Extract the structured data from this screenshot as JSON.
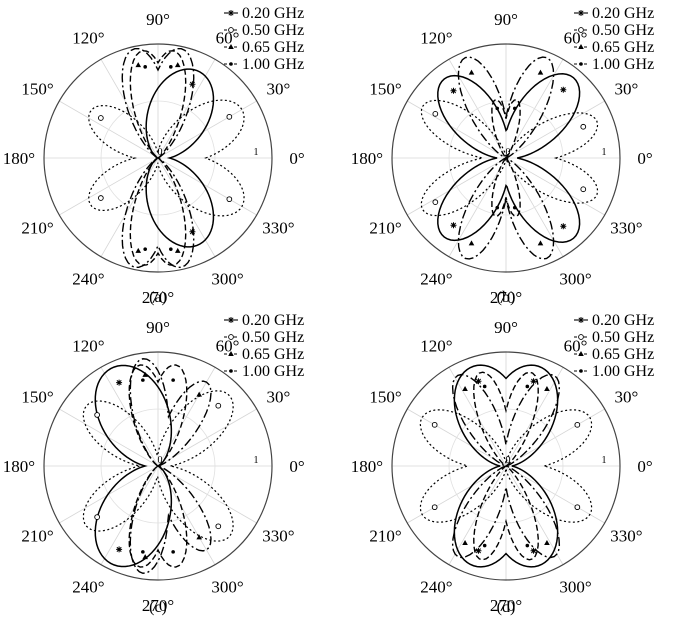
{
  "chart_data": [
    {
      "type": "polar-line",
      "panel_label": "(a)",
      "radial_ticks": [
        "0",
        "1"
      ],
      "rlim": [
        0,
        1
      ],
      "angle_ticks": [
        "0°",
        "30°",
        "60°",
        "90°",
        "120°",
        "150°",
        "180°",
        "210°",
        "240°",
        "270°",
        "300°",
        "330°"
      ],
      "legend_position": "top-right",
      "series": [
        {
          "name": "0.20 GHz",
          "marker": "asterisk",
          "lobes": [
            {
              "angle_deg": 65,
              "magnitude": 0.84,
              "width": 1.0
            }
          ]
        },
        {
          "name": "0.50 GHz",
          "marker": "circle",
          "lobes": [
            {
              "angle_deg": 30,
              "magnitude": 0.85,
              "width": 0.8
            },
            {
              "angle_deg": 145,
              "magnitude": 0.72,
              "width": 0.7
            }
          ]
        },
        {
          "name": "0.65 GHz",
          "marker": "triangle",
          "lobes": [
            {
              "angle_deg": 78,
              "magnitude": 0.98,
              "width": 0.55
            },
            {
              "angle_deg": 102,
              "magnitude": 0.98,
              "width": 0.55
            }
          ]
        },
        {
          "name": "1.00 GHz",
          "marker": "dot",
          "lobes": [
            {
              "angle_deg": 82,
              "magnitude": 0.95,
              "width": 0.5
            },
            {
              "angle_deg": 98,
              "magnitude": 0.95,
              "width": 0.5
            }
          ]
        }
      ]
    },
    {
      "type": "polar-line",
      "panel_label": "(b)",
      "radial_ticks": [
        "0",
        "1"
      ],
      "rlim": [
        0,
        1
      ],
      "angle_ticks": [
        "0°",
        "30°",
        "60°",
        "90°",
        "120°",
        "150°",
        "180°",
        "210°",
        "240°",
        "270°",
        "300°",
        "330°"
      ],
      "legend_position": "top-right",
      "series": [
        {
          "name": "0.20 GHz",
          "marker": "asterisk",
          "lobes": [
            {
              "angle_deg": 50,
              "magnitude": 0.92,
              "width": 0.75
            },
            {
              "angle_deg": 128,
              "magnitude": 0.88,
              "width": 0.75
            }
          ]
        },
        {
          "name": "0.50 GHz",
          "marker": "circle",
          "lobes": [
            {
              "angle_deg": 22,
              "magnitude": 0.86,
              "width": 0.6
            },
            {
              "angle_deg": 148,
              "magnitude": 0.86,
              "width": 0.6
            }
          ]
        },
        {
          "name": "0.65 GHz",
          "marker": "triangle",
          "lobes": [
            {
              "angle_deg": 68,
              "magnitude": 0.95,
              "width": 0.5
            },
            {
              "angle_deg": 112,
              "magnitude": 0.95,
              "width": 0.5
            }
          ]
        },
        {
          "name": "1.00 GHz",
          "marker": "dot",
          "lobes": [
            {
              "angle_deg": 80,
              "magnitude": 0.52,
              "width": 0.35
            },
            {
              "angle_deg": 100,
              "magnitude": 0.52,
              "width": 0.35
            }
          ]
        }
      ]
    },
    {
      "type": "polar-line",
      "panel_label": "(c)",
      "radial_ticks": [
        "0",
        "1"
      ],
      "rlim": [
        0,
        1
      ],
      "angle_ticks": [
        "0°",
        "30°",
        "60°",
        "90°",
        "120°",
        "150°",
        "180°",
        "210°",
        "240°",
        "270°",
        "300°",
        "330°"
      ],
      "legend_position": "top-right",
      "series": [
        {
          "name": "0.20 GHz",
          "marker": "asterisk",
          "lobes": [
            {
              "angle_deg": 115,
              "magnitude": 0.95,
              "width": 1.0
            }
          ]
        },
        {
          "name": "0.50 GHz",
          "marker": "circle",
          "lobes": [
            {
              "angle_deg": 45,
              "magnitude": 0.88,
              "width": 0.7
            },
            {
              "angle_deg": 140,
              "magnitude": 0.82,
              "width": 0.7
            }
          ]
        },
        {
          "name": "0.65 GHz",
          "marker": "triangle",
          "lobes": [
            {
              "angle_deg": 60,
              "magnitude": 0.85,
              "width": 0.5
            },
            {
              "angle_deg": 98,
              "magnitude": 0.95,
              "width": 0.5
            }
          ]
        },
        {
          "name": "1.00 GHz",
          "marker": "dot",
          "lobes": [
            {
              "angle_deg": 80,
              "magnitude": 0.9,
              "width": 0.5
            },
            {
              "angle_deg": 100,
              "magnitude": 0.9,
              "width": 0.5
            }
          ]
        }
      ]
    },
    {
      "type": "polar-line",
      "panel_label": "(d)",
      "radial_ticks": [
        "0",
        "1"
      ],
      "rlim": [
        0,
        1
      ],
      "angle_ticks": [
        "0°",
        "30°",
        "60°",
        "90°",
        "120°",
        "150°",
        "180°",
        "210°",
        "240°",
        "270°",
        "300°",
        "330°"
      ],
      "legend_position": "top-right",
      "series": [
        {
          "name": "0.20 GHz",
          "marker": "asterisk",
          "lobes": [
            {
              "angle_deg": 72,
              "magnitude": 0.92,
              "width": 0.95
            },
            {
              "angle_deg": 108,
              "magnitude": 0.92,
              "width": 0.95
            }
          ]
        },
        {
          "name": "0.50 GHz",
          "marker": "circle",
          "lobes": [
            {
              "angle_deg": 30,
              "magnitude": 0.85,
              "width": 0.7
            },
            {
              "angle_deg": 150,
              "magnitude": 0.85,
              "width": 0.7
            }
          ]
        },
        {
          "name": "0.65 GHz",
          "marker": "triangle",
          "lobes": [
            {
              "angle_deg": 62,
              "magnitude": 0.9,
              "width": 0.5
            },
            {
              "angle_deg": 118,
              "magnitude": 0.9,
              "width": 0.5
            }
          ]
        },
        {
          "name": "1.00 GHz",
          "marker": "dot",
          "lobes": [
            {
              "angle_deg": 75,
              "magnitude": 0.85,
              "width": 0.45
            },
            {
              "angle_deg": 105,
              "magnitude": 0.85,
              "width": 0.45
            }
          ]
        }
      ]
    }
  ]
}
